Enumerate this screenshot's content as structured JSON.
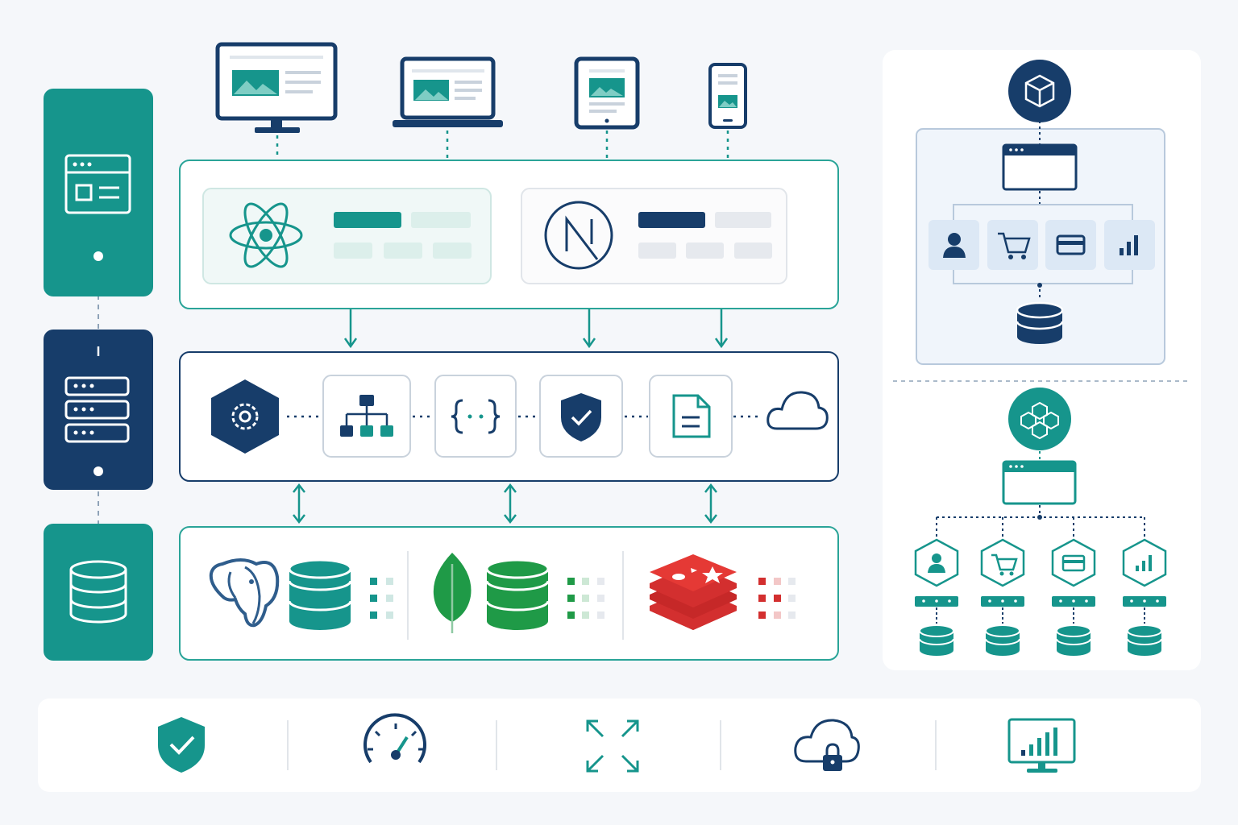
{
  "colors": {
    "background": "#f5f7fa",
    "teal": "#16958c",
    "navy": "#173d6a",
    "panel_border": "#2aa498",
    "light_teal": "#dcefeb",
    "light_gray": "#e6e9ee",
    "light_blue": "#dce8f5",
    "postgres_blue": "#2f5d8c",
    "mongo_green": "#1f9a47",
    "redis_red": "#d32f2f"
  },
  "layers": [
    {
      "id": "frontend",
      "icon": "browser-window-icon",
      "color": "teal"
    },
    {
      "id": "backend",
      "icon": "server-rack-icon",
      "color": "navy"
    },
    {
      "id": "database",
      "icon": "database-icon",
      "color": "teal"
    }
  ],
  "devices": [
    "desktop-monitor-icon",
    "laptop-icon",
    "tablet-icon",
    "smartphone-icon"
  ],
  "frameworks": [
    "react-logo-icon",
    "nextjs-logo-icon"
  ],
  "services": [
    "settings-hexagon-icon",
    "org-chart-icon",
    "api-braces-icon",
    "security-shield-icon",
    "document-icon",
    "cloud-icon"
  ],
  "databases": [
    "postgresql-elephant-icon",
    "mongodb-leaf-icon",
    "redis-stack-icon"
  ],
  "architectures": [
    {
      "id": "monolith",
      "icon": "cube-icon",
      "modules": [
        "user-icon",
        "cart-icon",
        "credit-card-icon",
        "bar-chart-icon"
      ]
    },
    {
      "id": "microservices",
      "icon": "hexagon-cluster-icon",
      "services": [
        "user-icon",
        "cart-icon",
        "credit-card-icon",
        "bar-chart-icon"
      ]
    }
  ],
  "features": [
    "security-check-shield-icon",
    "speedometer-icon",
    "scalability-arrows-icon",
    "cloud-lock-icon",
    "monitoring-display-icon"
  ]
}
